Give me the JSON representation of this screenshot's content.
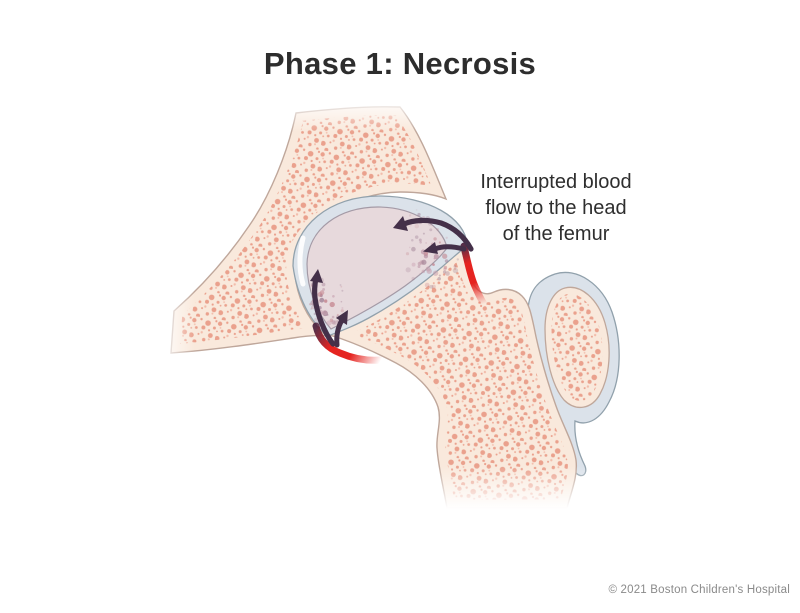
{
  "title": "Phase 1: Necrosis",
  "annotation": {
    "full_text": "Interrupted blood flow to the head of the femur",
    "lines": [
      "Interrupted blood",
      "flow to the head",
      "of the femur"
    ]
  },
  "footer": {
    "copyright": "© 2021 Boston Children's Hospital"
  },
  "figure": {
    "name": "hip-joint-necrosis-illustration",
    "depicts": "Cross-section of a child's hip joint showing interrupted blood supply to the femoral head (avascular necrosis, phase 1)",
    "parts": [
      "pelvis-acetabulum",
      "femoral-head-epiphysis",
      "growth-plate-cartilage",
      "femur-neck-and-shaft",
      "greater-trochanter",
      "articular-cartilage",
      "blood-vessels",
      "interrupted-flow-arrows"
    ],
    "colors": {
      "background": "#ffffff",
      "bone": "#f9e9dc",
      "bone_speckle": "#e8947f",
      "bone_outline": "#bfa79b",
      "cartilage": "#dbe2ea",
      "cartilage_outline": "#91a1ac",
      "femoral_head": "#e7d9dc",
      "femoral_head_outline": "#a49aa6",
      "vessel_red": "#e52420",
      "arrow_purple": "#443049",
      "title_text": "#2d2d2d",
      "annotation_text": "#2e2e2e",
      "copyright_text": "#8a8a8a"
    }
  }
}
